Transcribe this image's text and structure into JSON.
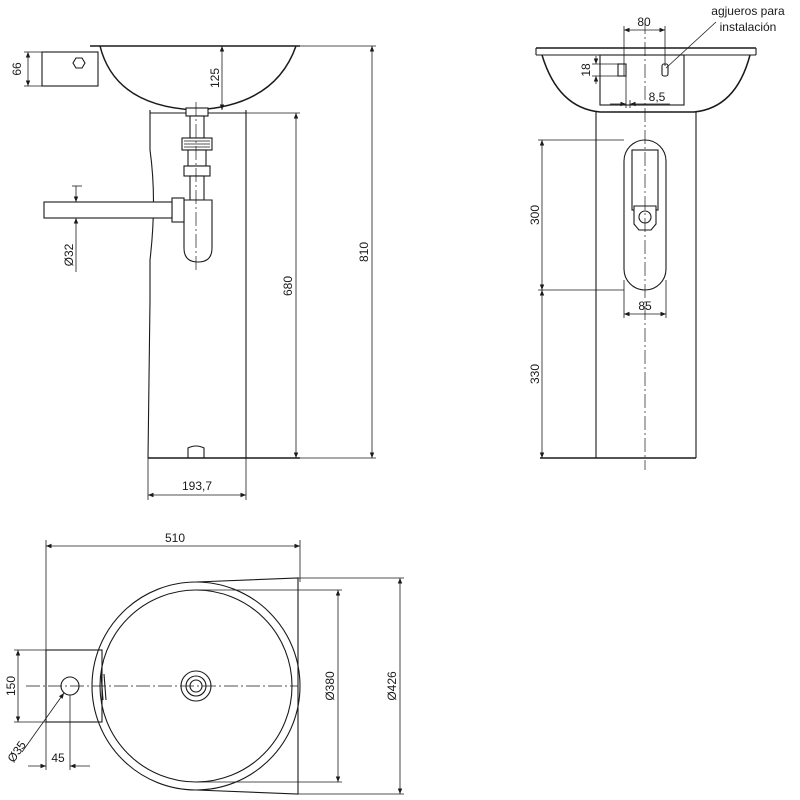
{
  "side_view": {
    "dims": {
      "mount_height": "66",
      "bowl_depth": "125",
      "trap_diameter": "Ø32",
      "pedestal_height": "680",
      "total_height": "810",
      "pedestal_width": "193,7"
    }
  },
  "front_view": {
    "dims": {
      "hole_spacing": "80",
      "hole_height": "18",
      "hole_offset": "8,5",
      "slot_height": "300",
      "slot_width": "85",
      "slot_base": "330"
    },
    "note_line1": "agjueros para",
    "note_line2": "instalación"
  },
  "top_view": {
    "dims": {
      "overall_width": "510",
      "bracket_depth": "150",
      "pipe_diameter": "Ø35",
      "pipe_offset": "45",
      "inner_diameter": "Ø380",
      "outer_diameter": "Ø426"
    }
  }
}
